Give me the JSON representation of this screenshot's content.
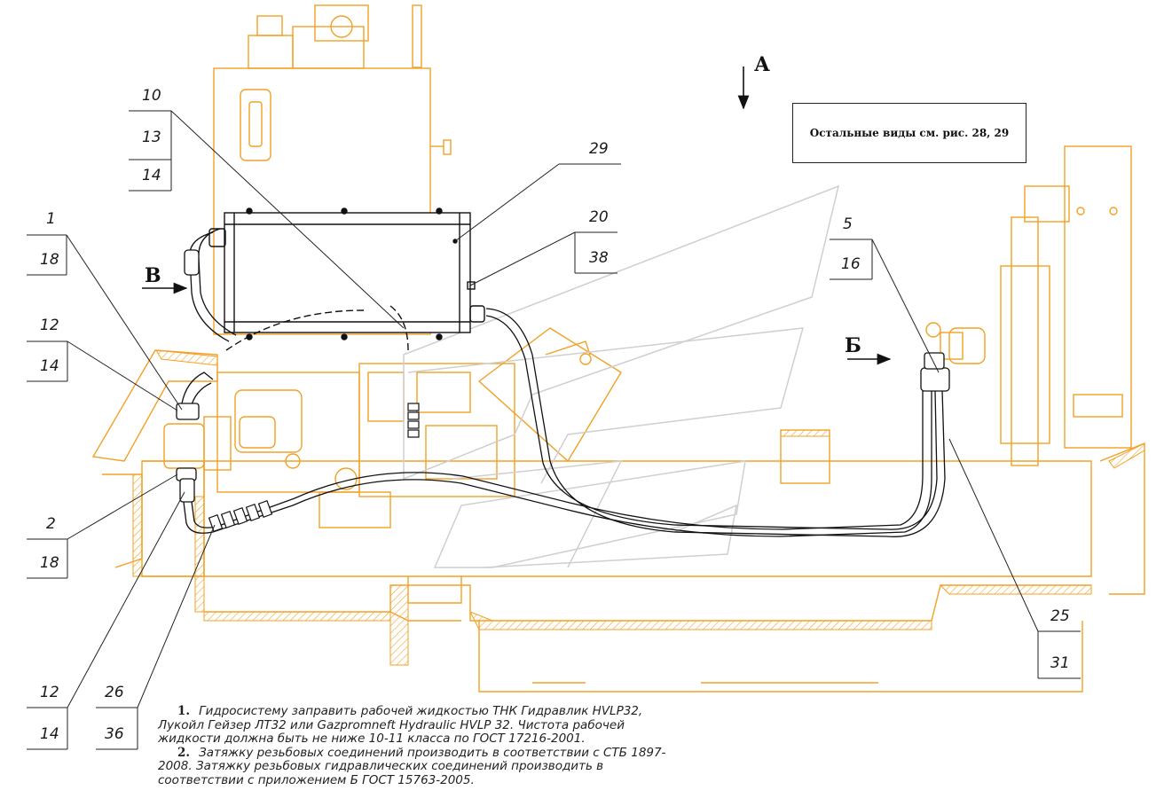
{
  "colors": {
    "machine_outline": "#f2a126",
    "hose_and_cooler": "#1a1a1a",
    "background": "#ffffff"
  },
  "callouts": {
    "c10": "10",
    "c13": "13",
    "c14a": "14",
    "c29": "29",
    "c1": "1",
    "c18a": "18",
    "c20": "20",
    "c38": "38",
    "c5": "5",
    "c16": "16",
    "c12a": "12",
    "c14b": "14",
    "c2": "2",
    "c18b": "18",
    "c12b": "12",
    "c14c": "14",
    "c26": "26",
    "c36": "36",
    "c25": "25",
    "c31": "31"
  },
  "view_labels": {
    "A": "А",
    "B_cyr": "Б",
    "V": "В"
  },
  "reference_box": "Остальные виды см. рис. 28, 29",
  "notes": [
    {
      "number": "1.",
      "text": "Гидросистему заправить рабочей жидкостью ТНК Гидравлик HVLP32, Лукойл Гейзер ЛТ32 или Gazpromneft Hydraulic HVLP 32. Чистота рабочей жидкости должна быть не ниже 10-11 класса по ГОСТ 17216-2001."
    },
    {
      "number": "2.",
      "text": "Затяжку резьбовых соединений производить в соответствии с СТБ 1897-2008. Затяжку резьбовых гидравлических соединений производить в соответствии с приложением Б ГОСТ 15763-2005."
    }
  ]
}
